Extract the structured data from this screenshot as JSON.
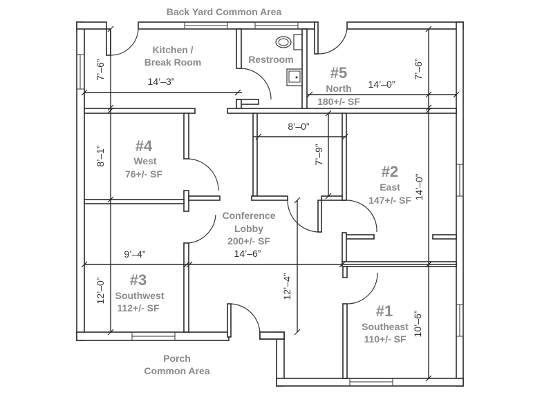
{
  "plan": {
    "areas": {
      "back_yard": "Back Yard Common Area",
      "porch_line1": "Porch",
      "porch_line2": "Common Area"
    },
    "rooms": {
      "kitchen": {
        "line1": "Kitchen /",
        "line2": "Break Room",
        "dim_width": "14’–3”",
        "dim_height": "7’–6”"
      },
      "restroom": {
        "label": "Restroom"
      },
      "north": {
        "number": "#5",
        "name": "North",
        "sf": "180+/- SF",
        "dim_width": "14’–0”",
        "dim_height": "7’–6”"
      },
      "west": {
        "number": "#4",
        "name": "West",
        "sf": "76+/- SF",
        "dim_height": "8’–1”",
        "dim_width": "9’–4”"
      },
      "closet": {
        "dim_width": "8’–0”",
        "dim_height": "7’–9”"
      },
      "east": {
        "number": "#2",
        "name": "East",
        "sf": "147+/- SF",
        "dim_height": "14’–0”"
      },
      "lobby": {
        "line1": "Conference",
        "line2": "Lobby",
        "sf": "200+/- SF",
        "dim_width": "14’–6”",
        "dim_height": "12’–4”"
      },
      "southwest": {
        "number": "#3",
        "name": "Southwest",
        "sf": "112+/- SF",
        "dim_height": "12’–0”"
      },
      "southeast": {
        "number": "#1",
        "name": "Southeast",
        "sf": "110+/- SF",
        "dim_height": "10’–6”"
      }
    }
  }
}
